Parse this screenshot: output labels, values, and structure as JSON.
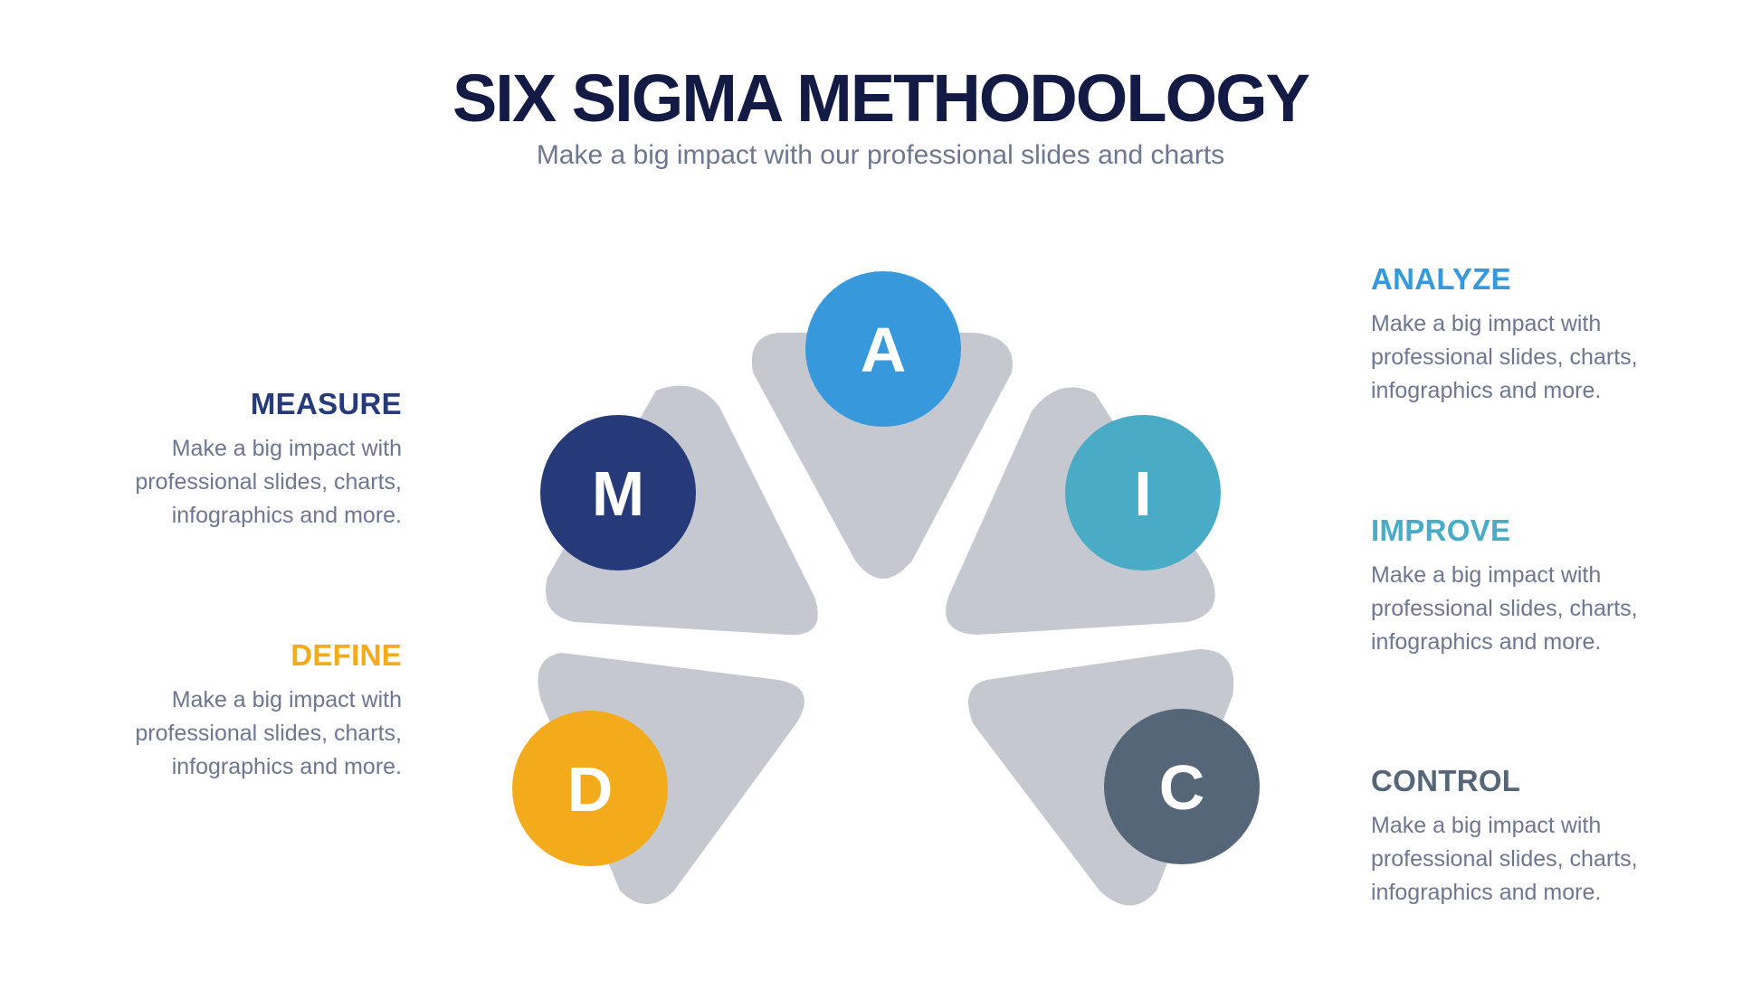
{
  "title": "SIX SIGMA METHODOLOGY",
  "subtitle": "Make a big impact with our professional slides and charts",
  "colors": {
    "define": "#f3ab1b",
    "measure": "#263a79",
    "analyze": "#3799db",
    "improve": "#4aabc6",
    "control": "#566679",
    "petal": "#c5c8cf"
  },
  "steps": [
    {
      "key": "define",
      "letter": "D",
      "heading": "DEFINE",
      "text": "Make a big impact with professional slides, charts, infographics and more."
    },
    {
      "key": "measure",
      "letter": "M",
      "heading": "MEASURE",
      "text": "Make a big impact with professional slides, charts, infographics and more."
    },
    {
      "key": "analyze",
      "letter": "A",
      "heading": "ANALYZE",
      "text": "Make a big impact with professional slides, charts, infographics and more."
    },
    {
      "key": "improve",
      "letter": "I",
      "heading": "IMPROVE",
      "text": "Make a big impact with professional slides, charts, infographics and more."
    },
    {
      "key": "control",
      "letter": "C",
      "heading": "CONTROL",
      "text": "Make a big impact with professional slides, charts, infographics and more."
    }
  ]
}
